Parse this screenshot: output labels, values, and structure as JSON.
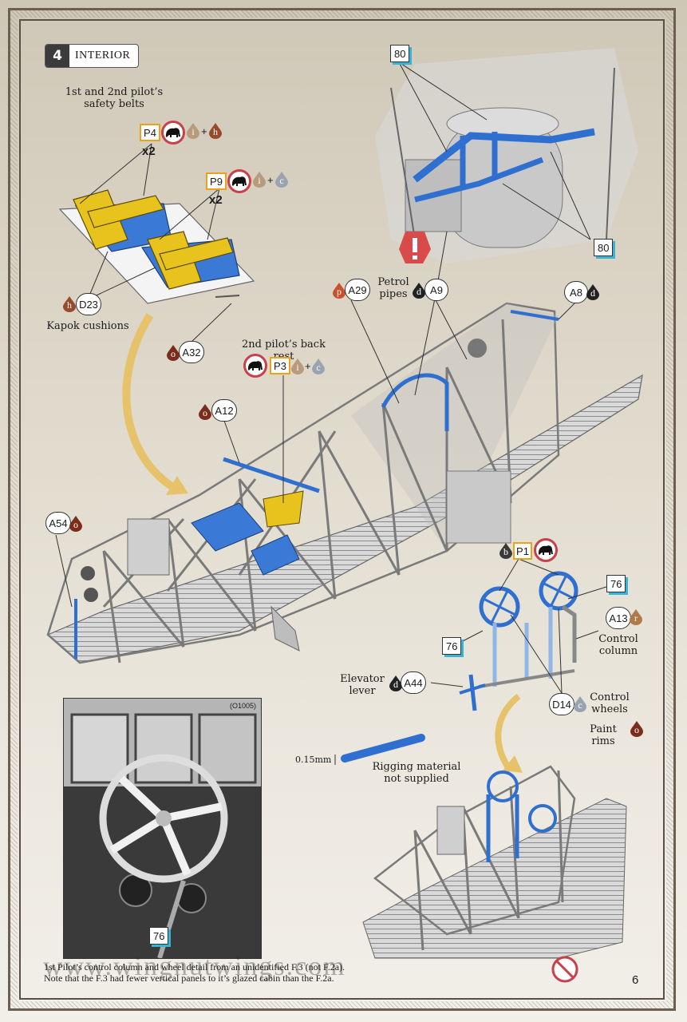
{
  "step": {
    "number": "4",
    "title": "INTERIOR"
  },
  "labels": {
    "safety_belts": "1st and 2nd pilot’s\nsafety belts",
    "kapok": "Kapok cushions",
    "back_rest": "2nd pilot’s back rest",
    "petrol_pipes": "Petrol\npipes",
    "control_column": "Control\ncolumn",
    "elevator_lever": "Elevator\nlever",
    "control_wheels": "Control\nwheels",
    "paint_rims": "Paint rims",
    "rigging": "Rigging material\nnot supplied",
    "rigging_size": "0.15mm"
  },
  "multipliers": {
    "p4": "x2",
    "p9": "x2"
  },
  "parts": {
    "p4": "P4",
    "p9": "P9",
    "p3": "P3",
    "p1": "P1",
    "d23": "D23",
    "a32": "A32",
    "a12": "A12",
    "a54": "A54",
    "a29": "A29",
    "a9": "A9",
    "a8": "A8",
    "a13": "A13",
    "a44": "A44",
    "d14": "D14"
  },
  "refs": {
    "r80a": "80",
    "r80b": "80",
    "r76a": "76",
    "r76b": "76",
    "r76c": "76"
  },
  "paints": {
    "i": "i",
    "h": "h",
    "c": "c",
    "o": "o",
    "d": "d",
    "p": "p",
    "b": "b",
    "r": "r",
    "plus": "+"
  },
  "photo": {
    "code": "(O1005)"
  },
  "footer": {
    "line1": "1st Pilot’s control column and wheel detail from an unidentified F.3 (not F.2a).",
    "line2": "Note that the F.3 had fewer vertical panels to it’s glazed cabin than the F.2a.",
    "watermark": "www.wingnutwings.com",
    "page": "6"
  },
  "colors": {
    "accent_blue": "#2f6fd0",
    "belt_yellow": "#e8c21d",
    "ref_cyan": "#38b3d6",
    "warn_red": "#c8404a"
  }
}
